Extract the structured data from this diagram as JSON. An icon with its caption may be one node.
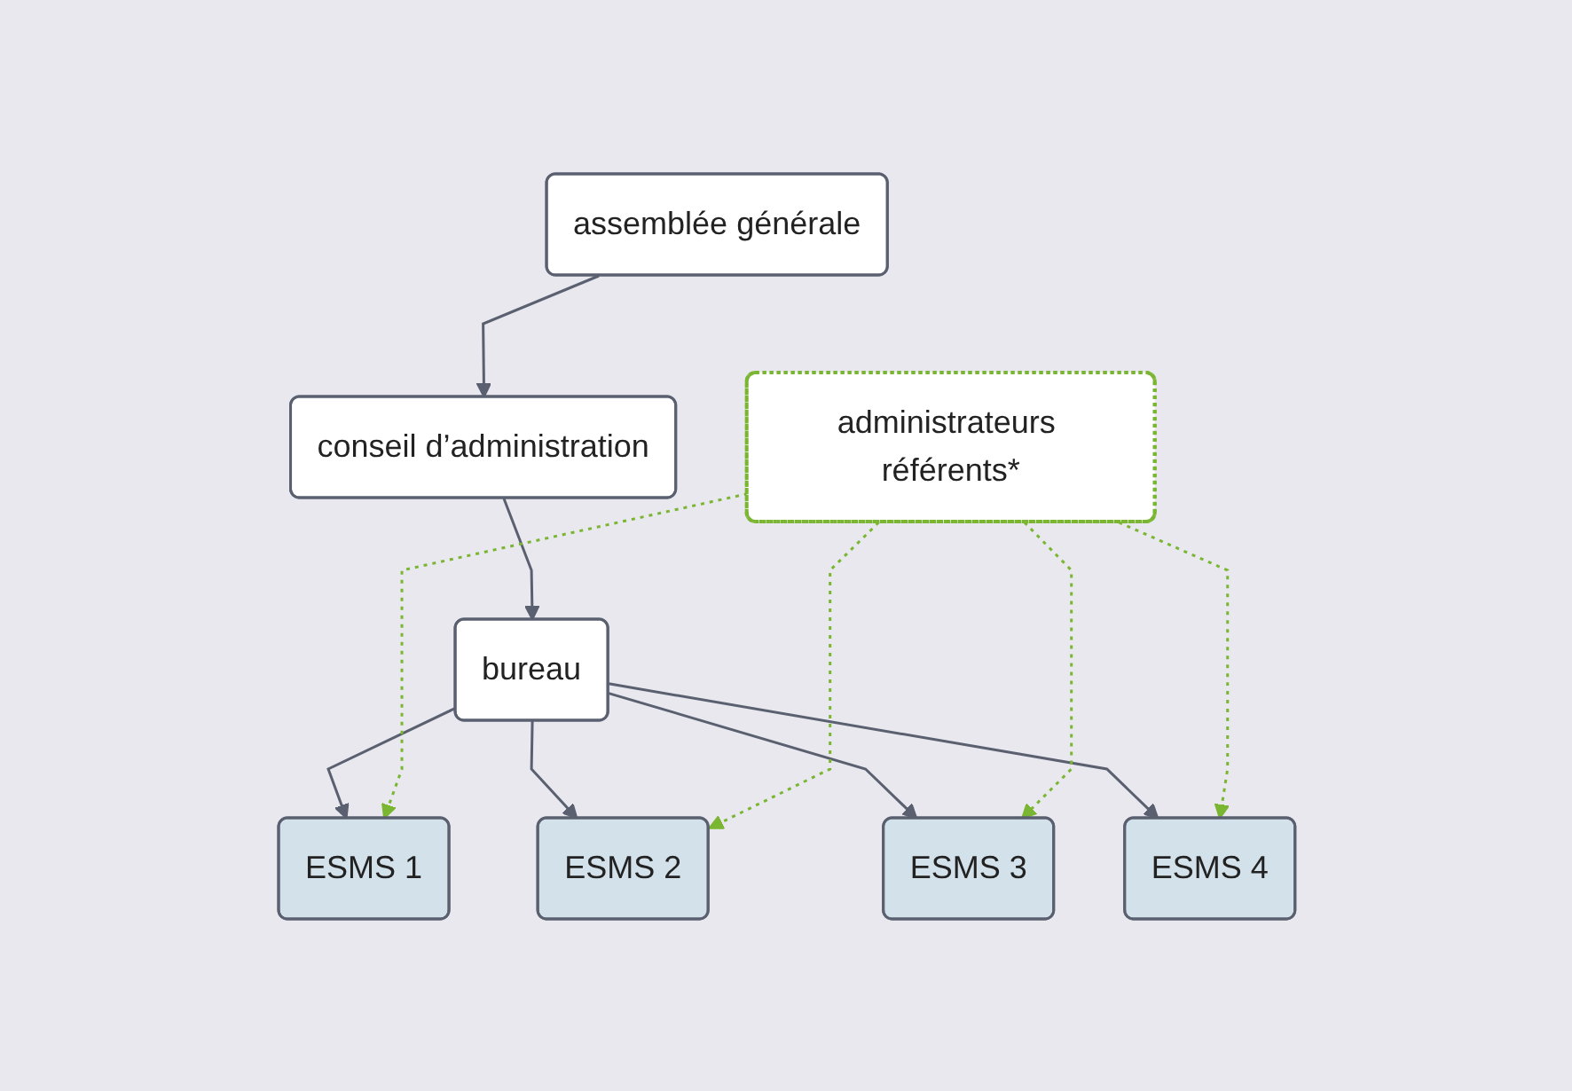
{
  "diagram": {
    "nodes": [
      {
        "text": [
          "assemblée générale"
        ]
      },
      {
        "text": [
          "conseil d’administration"
        ]
      },
      {
        "text": [
          "bureau"
        ]
      },
      {
        "text": [
          "administrateurs référents*"
        ]
      },
      {
        "text": [
          "ESMS 1"
        ]
      },
      {
        "text": [
          "ESMS 2"
        ]
      },
      {
        "text": [
          "ESMS 3"
        ]
      },
      {
        "text": [
          "ESMS 4"
        ]
      }
    ],
    "edges": [
      {
        "from": 0,
        "to": 1,
        "arrow": "to"
      },
      {
        "from": 1,
        "to": 2,
        "arrow": "to"
      },
      {
        "from": 2,
        "to": 4,
        "arrow": "to"
      },
      {
        "from": 2,
        "to": 5,
        "arrow": "to"
      },
      {
        "from": 2,
        "to": 6,
        "arrow": "to"
      },
      {
        "from": 2,
        "to": 7,
        "arrow": "to"
      },
      {
        "from": 3,
        "to": 4,
        "arrow": "to",
        "style": "dashed",
        "color": "#7ab631"
      },
      {
        "from": 3,
        "to": 5,
        "arrow": "to",
        "style": "dashed",
        "color": "#7ab631"
      },
      {
        "from": 3,
        "to": 6,
        "arrow": "to",
        "style": "dashed",
        "color": "#7ab631"
      },
      {
        "from": 3,
        "to": 7,
        "arrow": "to",
        "style": "dashed",
        "color": "#7ab631"
      }
    ]
  }
}
